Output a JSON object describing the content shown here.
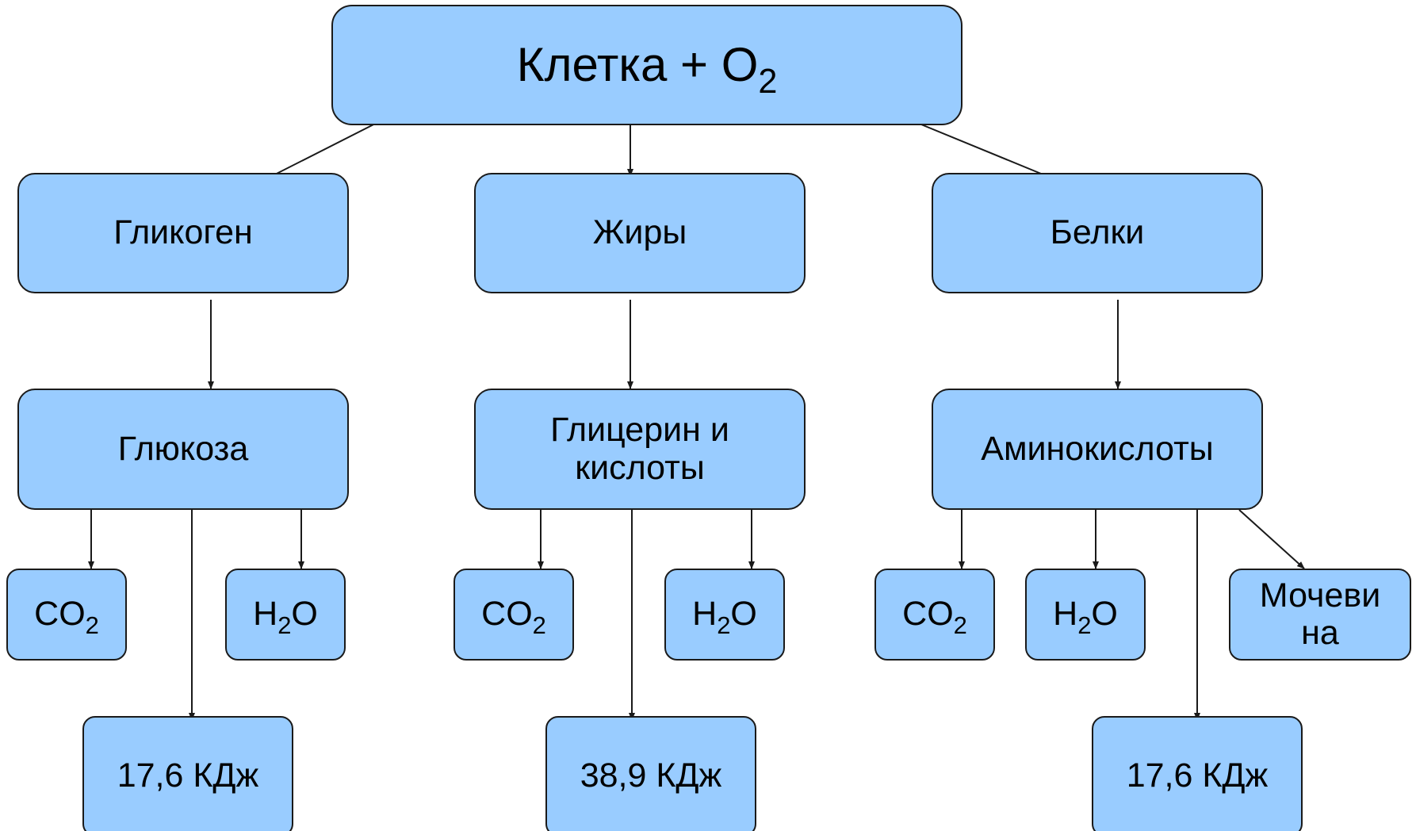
{
  "colors": {
    "node_fill": "#99ccff",
    "node_border": "#1a1a1a",
    "arrow": "#1a1a1a",
    "text": "#000000"
  },
  "root": {
    "text": "Клетка + O",
    "sub": "2"
  },
  "level1": [
    {
      "text": "Гликоген"
    },
    {
      "text": "Жиры"
    },
    {
      "text": "Белки"
    }
  ],
  "level2": [
    {
      "text": "Глюкоза"
    },
    {
      "text": "Глицерин  и кислоты"
    },
    {
      "text": "Аминокислоты"
    }
  ],
  "products": {
    "co2": {
      "text": "CO",
      "sub": "2"
    },
    "h2o": {
      "pre": "H",
      "sub": "2",
      "post": "O"
    },
    "urea": {
      "text": "Мочеви на"
    }
  },
  "energy": [
    {
      "text": "17,6 КДж"
    },
    {
      "text": "38,9 КДж"
    },
    {
      "text": "17,6 КДж"
    }
  ]
}
